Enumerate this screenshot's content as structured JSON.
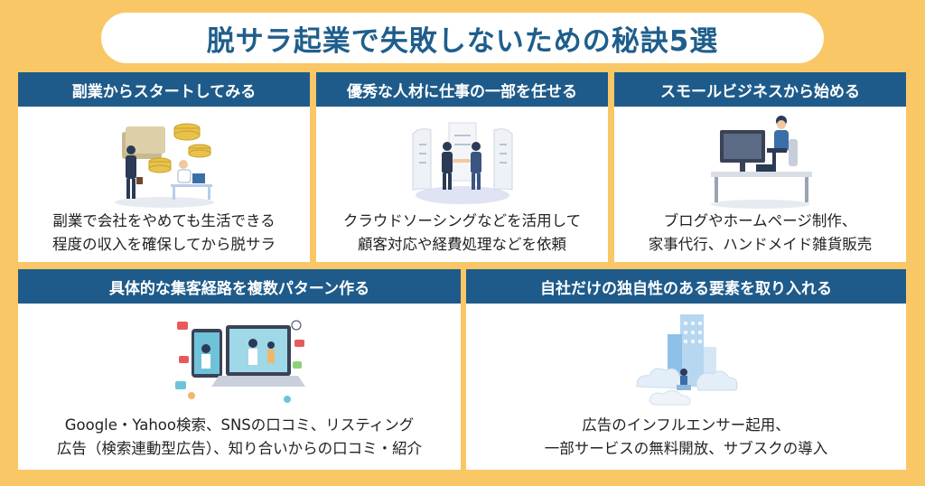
{
  "title": "脱サラ起業で失敗しないための秘訣5選",
  "cards": [
    {
      "heading": "副業からスタートしてみる",
      "lines": [
        "副業で会社をやめても生活できる",
        "程度の収入を確保してから脱サラ"
      ],
      "icon": "side-business-illustration"
    },
    {
      "heading": "優秀な人材に仕事の一部を任せる",
      "lines": [
        "クラウドソーシングなどを活用して",
        "顧客対応や経費処理などを依頼"
      ],
      "icon": "handshake-illustration"
    },
    {
      "heading": "スモールビジネスから始める",
      "lines": [
        "ブログやホームページ制作、",
        "家事代行、ハンドメイド雑貨販売"
      ],
      "icon": "desk-worker-illustration"
    },
    {
      "heading": "具体的な集客経路を複数パターン作る",
      "lines": [
        "Google・Yahoo検索、SNSの口コミ、リスティング",
        "広告（検索連動型広告）、知り合いからの口コミ・紹介"
      ],
      "icon": "marketing-screens-illustration"
    },
    {
      "heading": "自社だけの独自性のある要素を取り入れる",
      "lines": [
        "広告のインフルエンサー起用、",
        "一部サービスの無料開放、サブスクの導入"
      ],
      "icon": "cloud-city-illustration"
    }
  ],
  "colors": {
    "background": "#f9c766",
    "header": "#1e5b8a",
    "title_text": "#1f5e8c",
    "card": "#ffffff"
  }
}
